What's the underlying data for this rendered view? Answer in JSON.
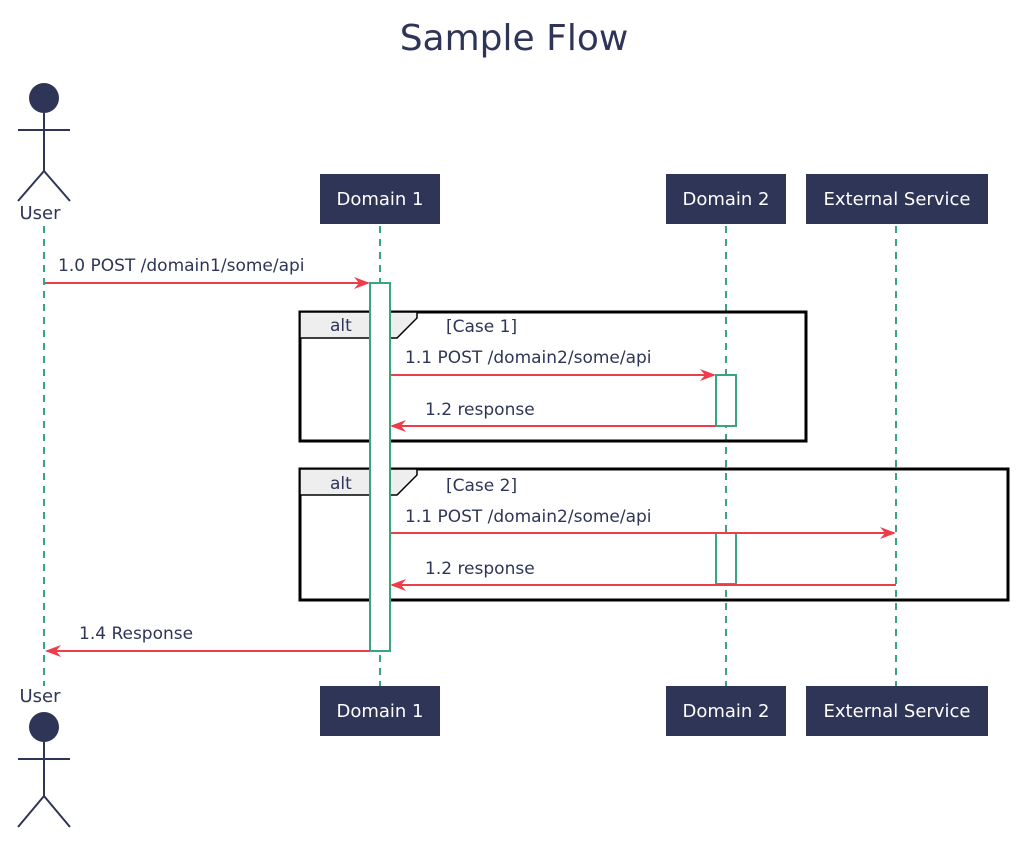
{
  "title": "Sample Flow",
  "participants": [
    {
      "id": "user",
      "label": "User",
      "kind": "actor"
    },
    {
      "id": "d1",
      "label": "Domain 1",
      "kind": "box"
    },
    {
      "id": "d2",
      "label": "Domain 2",
      "kind": "box"
    },
    {
      "id": "ext",
      "label": "External Service",
      "kind": "box"
    }
  ],
  "messages": [
    {
      "id": "m1",
      "label": "1.0 POST /domain1/some/api",
      "from": "user",
      "to": "d1"
    },
    {
      "id": "m2",
      "label": "1.1 POST /domain2/some/api",
      "from": "d1",
      "to": "d2"
    },
    {
      "id": "m3",
      "label": "1.2 response",
      "from": "d2",
      "to": "d1"
    },
    {
      "id": "m4",
      "label": "1.1 POST /domain2/some/api",
      "from": "d1",
      "to": "ext"
    },
    {
      "id": "m5",
      "label": "1.2 response",
      "from": "ext",
      "to": "d1"
    },
    {
      "id": "m6",
      "label": "1.4 Response",
      "from": "d1",
      "to": "user"
    }
  ],
  "fragments": [
    {
      "id": "f1",
      "kind": "alt",
      "guard": "[Case 1]"
    },
    {
      "id": "f2",
      "kind": "alt",
      "guard": "[Case 2]"
    }
  ],
  "colors": {
    "participant_fill": "#2e3557",
    "participant_text": "#ffffff",
    "lifeline": "#3aa37f",
    "arrow": "#ee3d4a",
    "frame": "#000000",
    "frame_tab": "#eeeeee"
  }
}
